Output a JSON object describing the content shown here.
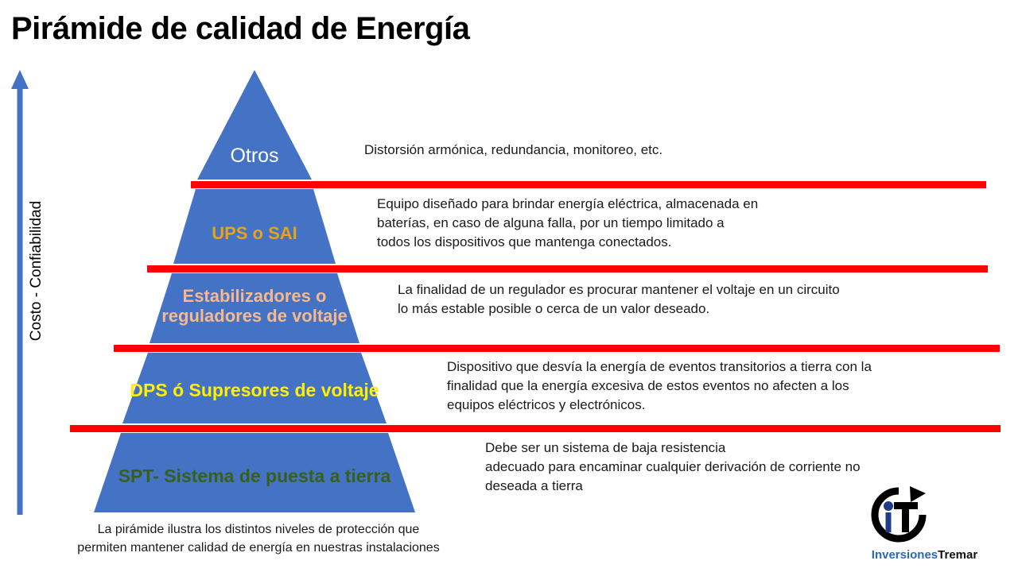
{
  "title": "Pirámide de calidad de Energía",
  "axis": {
    "label": "Costo - Confiabilidad",
    "arrow_icon": "up-arrow-icon",
    "color": "#4472C4"
  },
  "colors": {
    "pyramid_blue": "#4472C4",
    "separator_red": "#FF0000",
    "background": "#FFFFFF"
  },
  "pyramid": {
    "tiers": [
      {
        "label": "Otros",
        "label_color": "#FFFFFF",
        "description": "Distorsión armónica, redundancia, monitoreo, etc."
      },
      {
        "label": "UPS o SAI",
        "label_color": "#E8A317",
        "description": "Equipo diseñado para brindar energía eléctrica, almacenada en\nbaterías, en caso de alguna falla, por un tiempo limitado a\ntodos los dispositivos que mantenga conectados."
      },
      {
        "label": "Estabilizadores o\nreguladores de voltaje",
        "label_color": "#F7B98C",
        "description": "La finalidad de un regulador es procurar mantener el voltaje en un circuito\nlo más estable posible o cerca de un valor deseado."
      },
      {
        "label": "DPS ó Supresores de voltaje",
        "label_color": "#FFF000",
        "description": "Dispositivo que desvía la energía de eventos transitorios a tierra con la\nfinalidad que la energía excesiva de estos eventos no afecten a los\nequipos eléctricos y electrónicos."
      },
      {
        "label": "SPT- Sistema de puesta a tierra",
        "label_color": "#37601B",
        "description": "Debe ser un sistema de baja resistencia\nadecuado para encaminar cualquier derivación de corriente no\ndeseada a tierra"
      }
    ]
  },
  "footnote": "La pirámide ilustra los distintos niveles de protección que\npermiten mantener calidad de energía en nuestras instalaciones",
  "logo": {
    "mark_icon": "circular-arrow-it-monogram-icon",
    "word_1": "Inversiones",
    "word_2": "Tremar",
    "word_1_color": "#2E67B1",
    "word_2_color": "#111111"
  }
}
